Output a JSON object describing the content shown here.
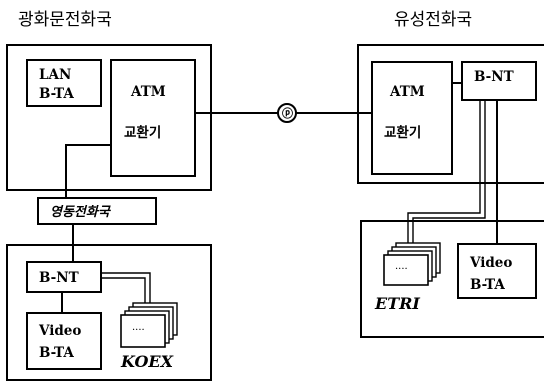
{
  "offices": {
    "gwanghwamun": {
      "title": "광화문전화국",
      "lan_bta_line1": "LAN",
      "lan_bta_line2": "B-TA",
      "atm_label": "ATM",
      "switch_label": "교환기"
    },
    "yuseong": {
      "title": "유성전화국",
      "atm_label": "ATM",
      "switch_label": "교환기",
      "bnt_label": "B-NT"
    },
    "yeongdong": {
      "title": "영동전화국"
    }
  },
  "sites": {
    "koex": {
      "name": "KOEX",
      "bnt_label": "B-NT",
      "video_bta_line1": "Video",
      "video_bta_line2": "B-TA",
      "terminal_text": "····"
    },
    "etri": {
      "name": "ETRI",
      "video_bta_line1": "Video",
      "video_bta_line2": "B-TA",
      "terminal_text": "····"
    }
  },
  "link": {
    "label": "ⓟ"
  }
}
